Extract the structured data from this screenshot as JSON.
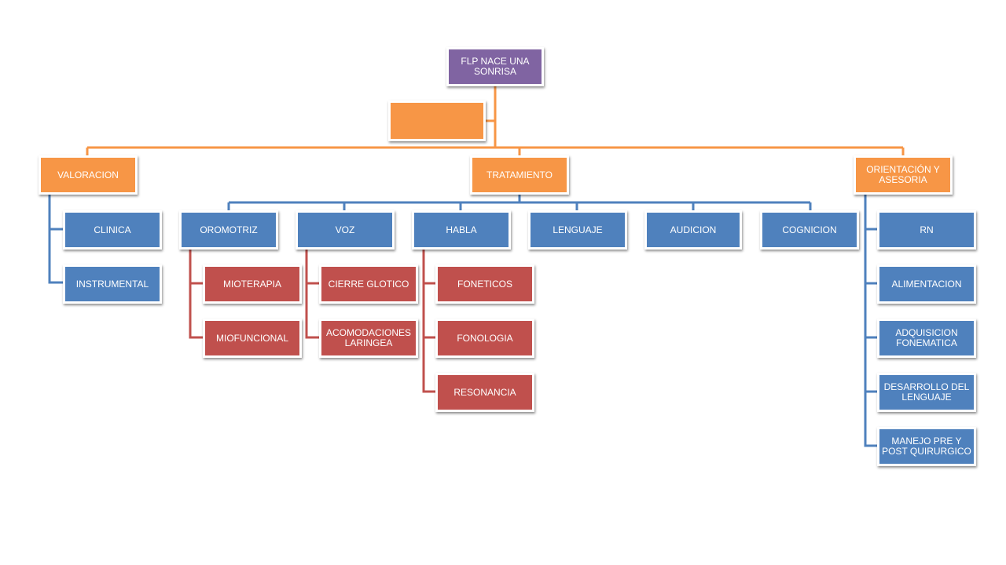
{
  "colors": {
    "root": "#8064a2",
    "level1": "#f79646",
    "level2": "#4f81bd",
    "level3": "#c0504d"
  },
  "root": {
    "label": "FLP NACE UNA SONRISA"
  },
  "assistant": {
    "label": ""
  },
  "valoracion": {
    "label": "VALORACION",
    "children": [
      "CLINICA",
      "INSTRUMENTAL"
    ]
  },
  "tratamiento": {
    "label": "TRATAMIENTO",
    "areas": {
      "oromotriz": {
        "label": "OROMOTRIZ",
        "children": [
          "MIOTERAPIA",
          "MIOFUNCIONAL"
        ]
      },
      "voz": {
        "label": "VOZ",
        "children": [
          "CIERRE GLOTICO",
          "ACOMODACIONES LARINGEA"
        ]
      },
      "habla": {
        "label": "HABLA",
        "children": [
          "FONETICOS",
          "FONOLOGIA",
          "RESONANCIA"
        ]
      },
      "lenguaje": {
        "label": "LENGUAJE"
      },
      "audicion": {
        "label": "AUDICION"
      },
      "cognicion": {
        "label": "COGNICION"
      }
    }
  },
  "orientacion": {
    "label": "ORIENTACIÓN Y ASESORIA",
    "children": [
      "RN",
      "ALIMENTACION",
      "ADQUISICION FONEMATICA",
      "DESARROLLO DEL LENGUAJE",
      "MANEJO PRE Y POST QUIRURGICO"
    ]
  }
}
